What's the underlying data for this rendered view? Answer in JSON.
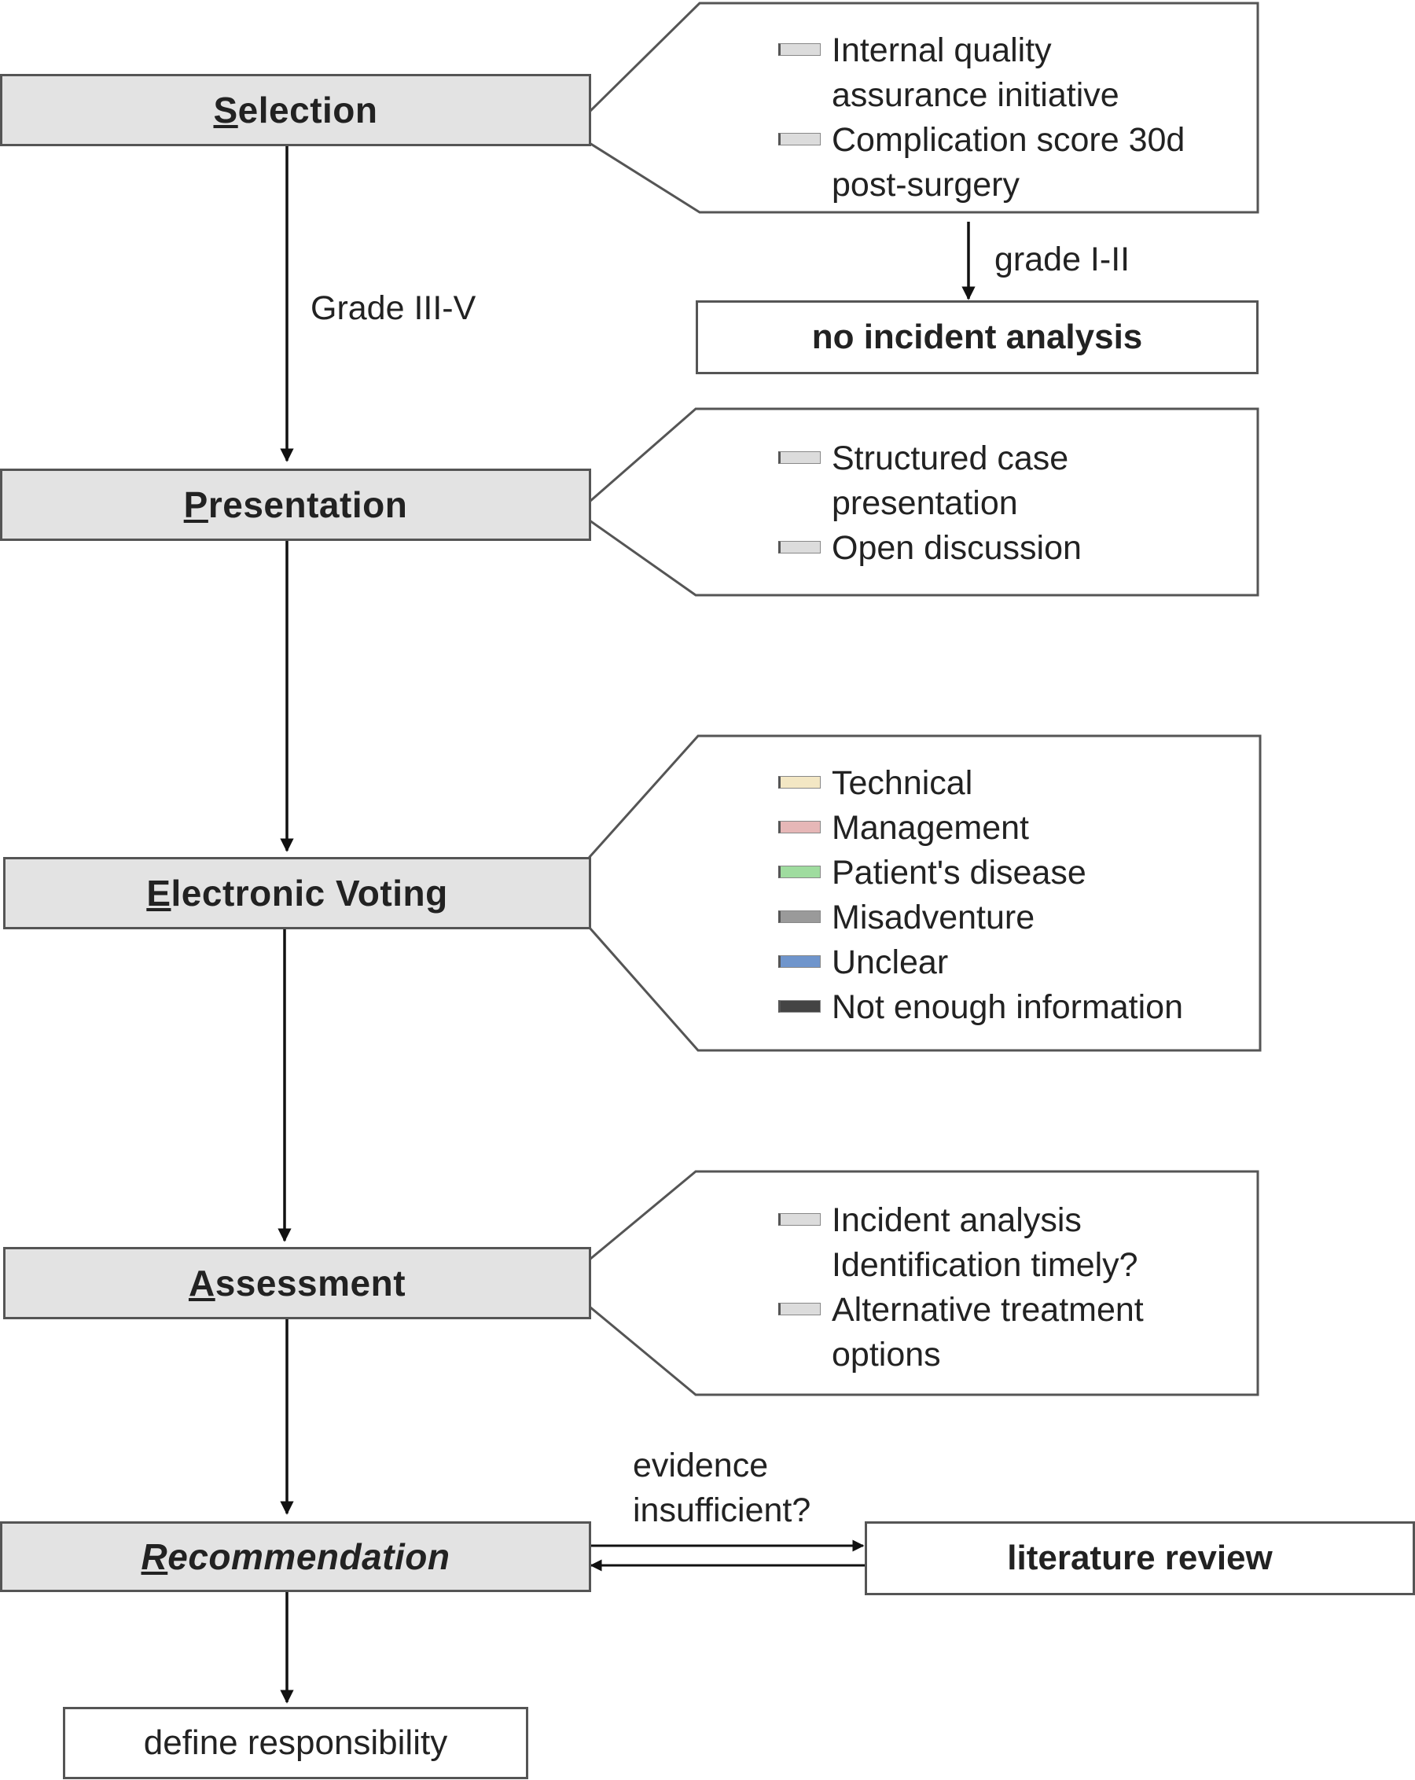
{
  "colors": {
    "stage_fill": "#e3e3e3",
    "outline": "#555555",
    "bullet_gray": "#dcdcdc"
  },
  "stages": {
    "selection": {
      "first": "S",
      "rest": "election"
    },
    "presentation": {
      "first": "P",
      "rest": "resentation"
    },
    "voting": {
      "first": "E",
      "rest": "lectronic Voting"
    },
    "assessment": {
      "first": "A",
      "rest": "ssessment"
    },
    "recommendation": {
      "first": "R",
      "rest": "ecommendation"
    }
  },
  "callouts": {
    "selection": [
      "Internal quality\nassurance initiative",
      "Complication score 30d\npost-surgery"
    ],
    "presentation": [
      "Structured case\npresentation",
      "Open discussion"
    ],
    "voting": [
      {
        "label": "Technical",
        "color": "#f3e7c4"
      },
      {
        "label": "Management",
        "color": "#e6b7b7"
      },
      {
        "label": "Patient's disease",
        "color": "#9fdc9f"
      },
      {
        "label": "Misadventure",
        "color": "#9a9a9a"
      },
      {
        "label": "Unclear",
        "color": "#6f95cc"
      },
      {
        "label": "Not enough information",
        "color": "#444444"
      }
    ],
    "assessment": [
      "Incident analysis\nIdentification timely?",
      "Alternative treatment\noptions"
    ]
  },
  "edges": {
    "grade_low": "grade I-II",
    "grade_high": "Grade III-V",
    "evidence": "evidence\ninsufficient?"
  },
  "outcomes": {
    "no_incident": "no incident analysis",
    "literature": "literature review",
    "define": "define responsibility"
  }
}
